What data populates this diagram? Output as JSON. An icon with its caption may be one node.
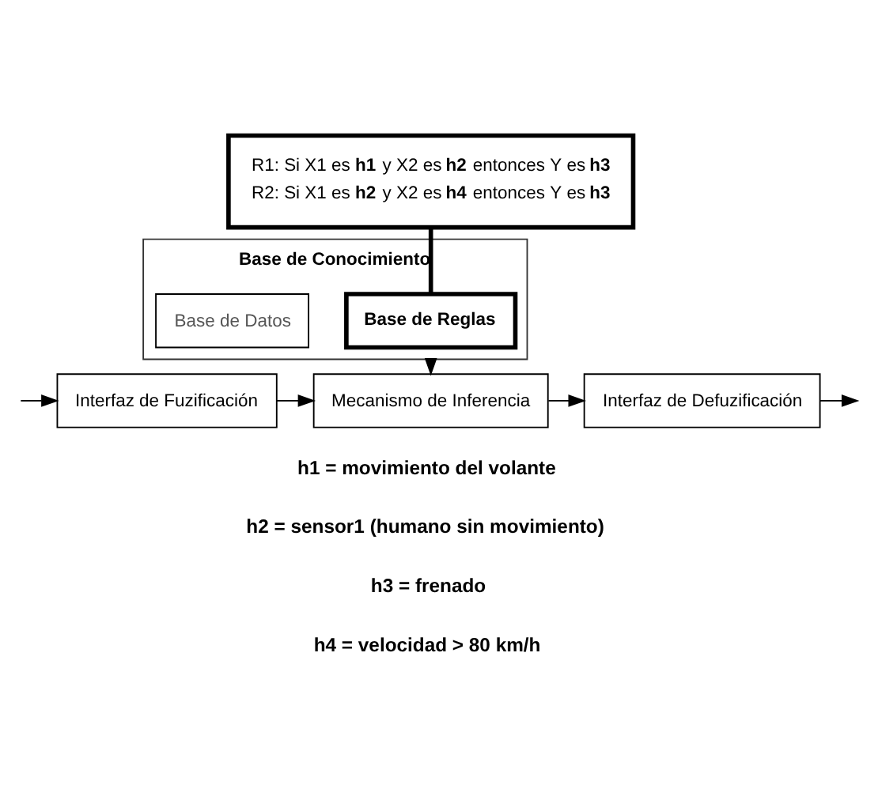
{
  "diagram": {
    "nodes": [
      {
        "text": [
          "R1: Si X1 es **h1** y X2 es **h2** entonces Y es **h3**",
          "R2: Si X1 es **h2** y X2 es **h4** entonces Y es **h3**"
        ]
      },
      {
        "text": [
          "Base de Conocimiento"
        ]
      },
      {
        "text": [
          "Base de Reglas"
        ],
        "in": 1
      },
      {
        "text": [
          "Base de Datos"
        ],
        "in": 1
      },
      {
        "text": [
          "Interfaz de Fuzificación"
        ]
      },
      {
        "text": [
          "Mecanismo de Inferencia"
        ]
      },
      {
        "text": [
          "Interfaz de Defuzificación"
        ]
      }
    ],
    "edges": [
      {
        "from": 0,
        "to": 2,
        "arrow": "none",
        "style": "thick"
      },
      {
        "from": 1,
        "to": 5,
        "arrow": "to"
      },
      {
        "from": null,
        "to": 4,
        "arrow": "to"
      },
      {
        "from": 4,
        "to": 5,
        "arrow": "to"
      },
      {
        "from": 5,
        "to": 6,
        "arrow": "to"
      },
      {
        "from": 6,
        "to": null,
        "arrow": "to"
      }
    ],
    "labels": [
      "h1 = movimiento del volante",
      "h2 = sensor1 (humano sin movimiento)",
      "h3 = frenado",
      "h4 = velocidad > 80 km/h"
    ]
  }
}
